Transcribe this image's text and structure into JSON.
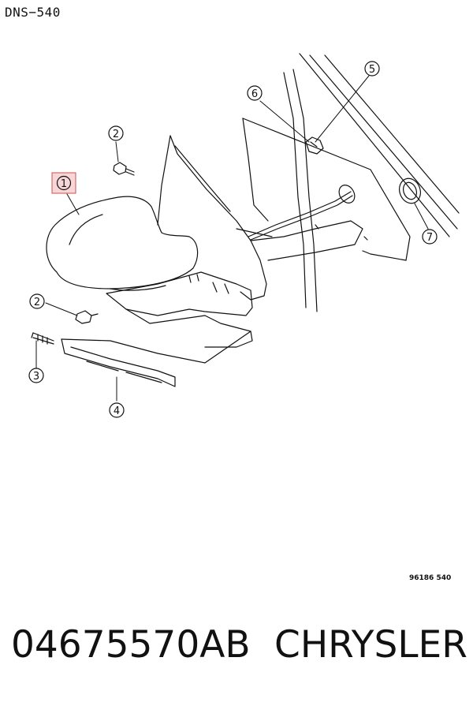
{
  "header": {
    "diagram_code": "DNS−540"
  },
  "callouts": [
    {
      "number": "1",
      "highlighted": true
    },
    {
      "number": "2"
    },
    {
      "number": "2"
    },
    {
      "number": "3"
    },
    {
      "number": "4"
    },
    {
      "number": "5"
    },
    {
      "number": "6"
    },
    {
      "number": "7"
    }
  ],
  "reference_code": "96186 540",
  "footer": {
    "part_number": "04675570AB",
    "brand": "CHRYSLER"
  },
  "colors": {
    "highlight_fill": "#f6d6d6",
    "highlight_border": "#d05050",
    "line": "#111111"
  }
}
